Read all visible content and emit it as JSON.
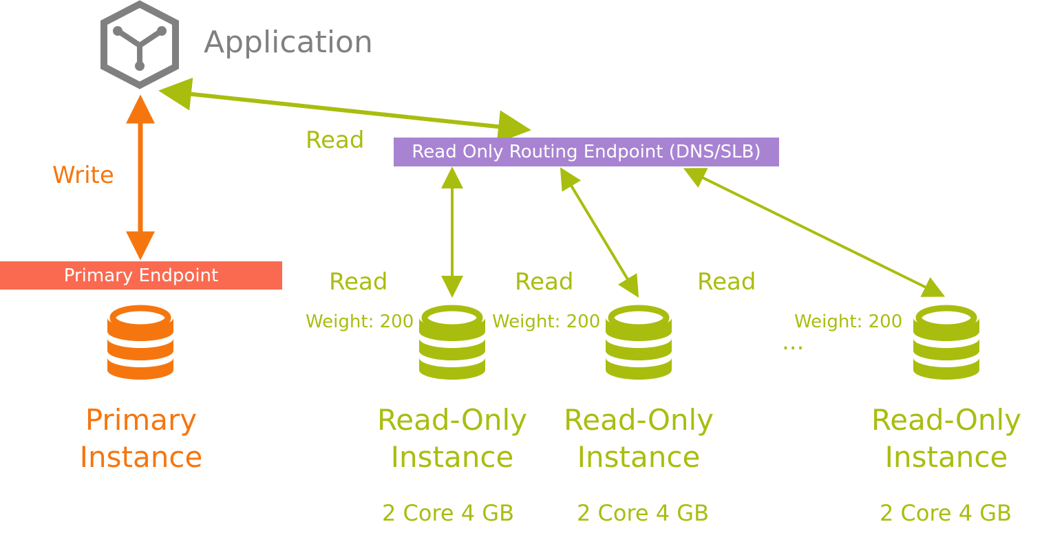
{
  "application": {
    "title": "Application",
    "icon": "hexagon-cube-icon"
  },
  "connections": {
    "write_label": "Write",
    "read_label_top": "Read"
  },
  "endpoints": {
    "read_only_routing": "Read Only Routing Endpoint (DNS/SLB)",
    "primary": "Primary Endpoint"
  },
  "primary_instance": {
    "title_line1": "Primary",
    "title_line2": "Instance",
    "icon": "database-icon"
  },
  "read_only_instances": [
    {
      "read_label": "Read",
      "weight": "Weight: 200",
      "title_line1": "Read-Only",
      "title_line2": "Instance",
      "spec": "2 Core 4 GB"
    },
    {
      "read_label": "Read",
      "weight": "Weight: 200",
      "title_line1": "Read-Only",
      "title_line2": "Instance",
      "spec": "2 Core 4 GB"
    },
    {
      "read_label": "Read",
      "weight": "Weight: 200",
      "title_line1": "Read-Only",
      "title_line2": "Instance",
      "spec": "2 Core 4 GB"
    }
  ],
  "ellipsis": "...",
  "colors": {
    "primary_orange": "#f5760f",
    "read_green": "#a9bd0e",
    "routing_purple": "#a883d2",
    "primary_endpoint_red": "#fa6a50",
    "app_gray": "#808080"
  }
}
